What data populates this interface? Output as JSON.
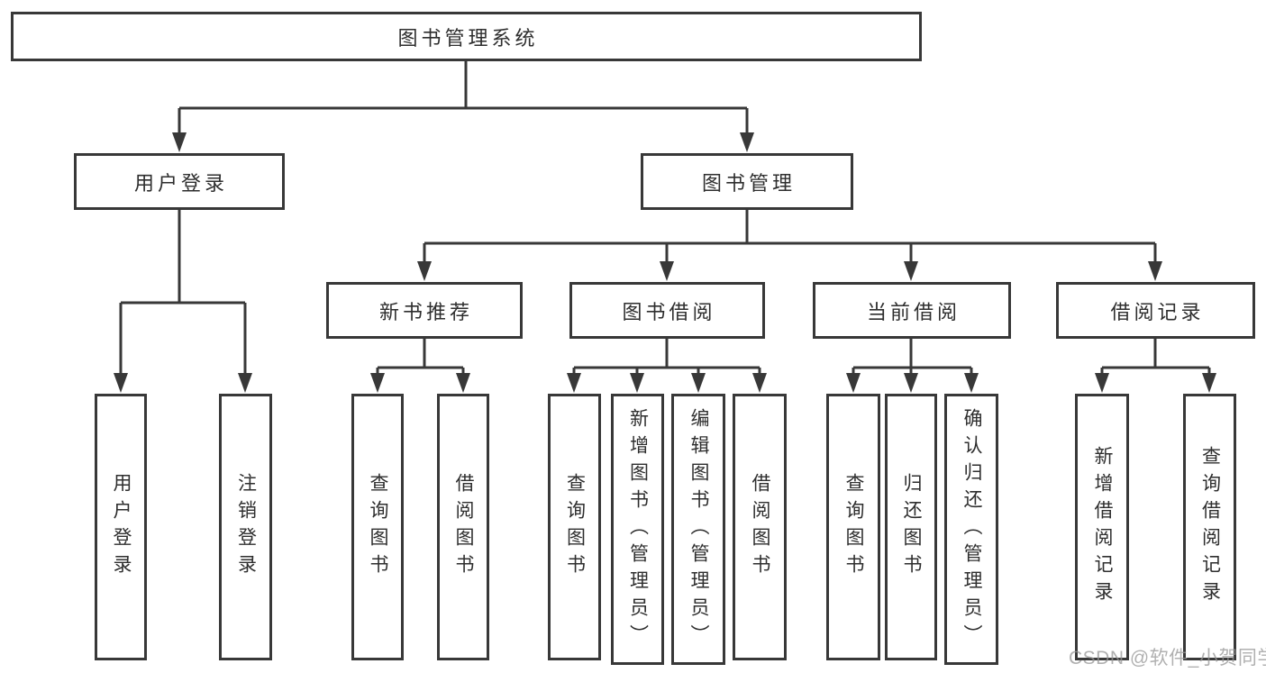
{
  "diagram": {
    "root": {
      "label": "图书管理系统"
    },
    "level2": [
      {
        "label": "用户登录"
      },
      {
        "label": "图书管理"
      }
    ],
    "level3": [
      {
        "label": "新书推荐"
      },
      {
        "label": "图书借阅"
      },
      {
        "label": "当前借阅"
      },
      {
        "label": "借阅记录"
      }
    ],
    "leaves": {
      "user_login": [
        {
          "label": "用户登录"
        },
        {
          "label": "注销登录"
        }
      ],
      "new_book_recommend": [
        {
          "label": "查询图书"
        },
        {
          "label": "借阅图书"
        }
      ],
      "book_borrow": [
        {
          "label": "查询图书"
        },
        {
          "label": "新增图书（管理员）"
        },
        {
          "label": "编辑图书（管理员）"
        },
        {
          "label": "借阅图书"
        }
      ],
      "current_borrow": [
        {
          "label": "查询图书"
        },
        {
          "label": "归还图书"
        },
        {
          "label": "确认归还（管理员）"
        }
      ],
      "borrow_record": [
        {
          "label": "新增借阅记录"
        },
        {
          "label": "查询借阅记录"
        }
      ]
    }
  },
  "watermark": {
    "label": "CSDN @软件_小贺同学"
  },
  "colors": {
    "line": "#383838",
    "box_border": "#383838",
    "text": "#2e2e2e",
    "watermark": "#b0b0b0",
    "background": "#ffffff"
  }
}
